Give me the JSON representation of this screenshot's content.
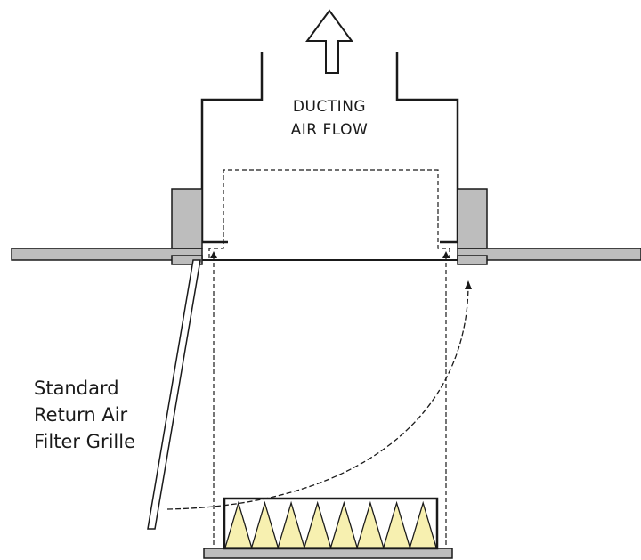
{
  "diagram": {
    "flow_label_line1": "DUCTING",
    "flow_label_line2": "AIR FLOW",
    "grille_label_line1": "Standard",
    "grille_label_line2": "Return Air",
    "grille_label_line3": "Filter Grille"
  },
  "colors": {
    "stroke": "#1a1a1a",
    "frame_gray": "#bdbdbd",
    "filter_fill": "#f7f0b0"
  },
  "filter": {
    "pleat_count": 8
  }
}
